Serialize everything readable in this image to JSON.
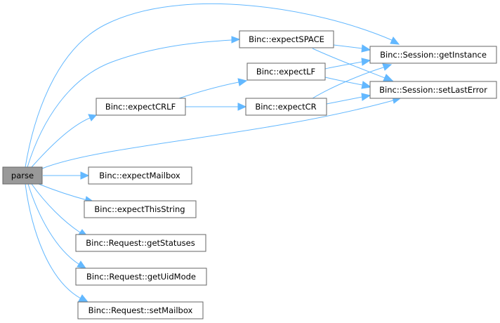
{
  "graph": {
    "edge_color": "#63b8ff",
    "node_border_color": "#666666",
    "root_fill_color": "#999999",
    "nodes": {
      "parse": "parse",
      "expectSPACE": "Binc::expectSPACE",
      "expectLF": "Binc::expectLF",
      "expectCRLF": "Binc::expectCRLF",
      "expectCR": "Binc::expectCR",
      "getInstance": "Binc::Session::getInstance",
      "setLastError": "Binc::Session::setLastError",
      "expectMailbox": "Binc::expectMailbox",
      "expectThisString": "Binc::expectThisString",
      "getStatuses": "Binc::Request::getStatuses",
      "getUidMode": "Binc::Request::getUidMode",
      "setMailbox": "Binc::Request::setMailbox"
    },
    "edges": [
      [
        "parse",
        "getInstance"
      ],
      [
        "parse",
        "expectSPACE"
      ],
      [
        "parse",
        "expectCRLF"
      ],
      [
        "parse",
        "setLastError"
      ],
      [
        "parse",
        "expectMailbox"
      ],
      [
        "parse",
        "expectThisString"
      ],
      [
        "parse",
        "getStatuses"
      ],
      [
        "parse",
        "getUidMode"
      ],
      [
        "parse",
        "setMailbox"
      ],
      [
        "expectSPACE",
        "getInstance"
      ],
      [
        "expectSPACE",
        "setLastError"
      ],
      [
        "expectCRLF",
        "expectLF"
      ],
      [
        "expectCRLF",
        "expectCR"
      ],
      [
        "expectLF",
        "getInstance"
      ],
      [
        "expectLF",
        "setLastError"
      ],
      [
        "expectCR",
        "getInstance"
      ],
      [
        "expectCR",
        "setLastError"
      ]
    ]
  }
}
